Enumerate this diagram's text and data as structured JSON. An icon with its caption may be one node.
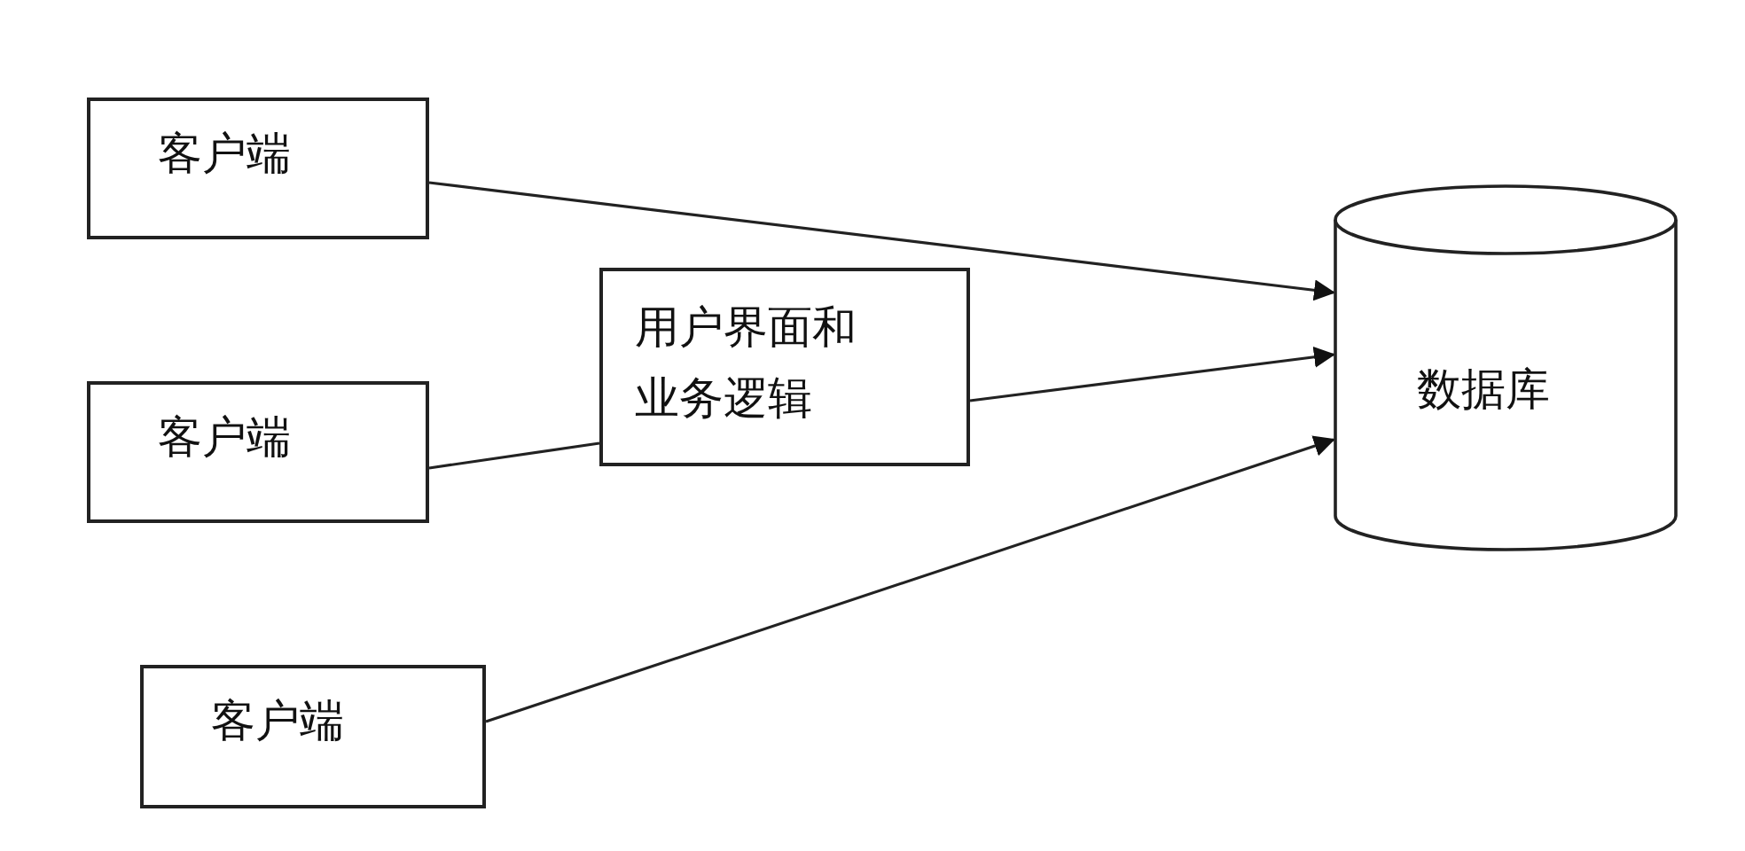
{
  "diagram": {
    "nodes": [
      {
        "text": [
          "客户端"
        ]
      },
      {
        "text": [
          "用户界面和业务逻辑"
        ]
      },
      {
        "text": [
          "客户端"
        ]
      },
      {
        "text": [
          "客户端"
        ]
      },
      {
        "text": [
          "数据库"
        ]
      }
    ],
    "edges": [
      {
        "from": 0,
        "to": 4,
        "arrow": "to"
      },
      {
        "from": 2,
        "to": 1,
        "arrow": "none"
      },
      {
        "from": 1,
        "to": 4,
        "arrow": "to"
      },
      {
        "from": 3,
        "to": 4,
        "arrow": "to"
      }
    ]
  }
}
